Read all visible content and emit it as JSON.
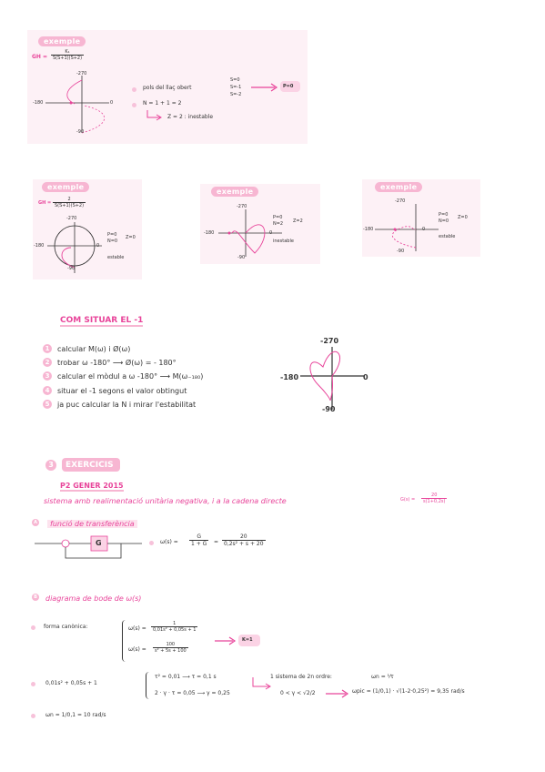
{
  "colors": {
    "accent": "#e8449a",
    "tag_bg": "#f7b6d2",
    "panel_bg": "#fdf1f6"
  },
  "block1": {
    "tag": "exemple",
    "gh_label": "GH =",
    "gh_num": "K₁",
    "gh_den": "S(S+1)(S+2)",
    "ax_top": "-270",
    "ax_left": "-180",
    "ax_right": "0",
    "ax_bottom": "-90",
    "b1": "pols del llaç obert",
    "p1": "S=0",
    "p2": "S=-1",
    "p3": "S=-2",
    "p_res": "P=0",
    "b2": "N = 1 + 1 = 2",
    "z": "Z = 2 : inestable"
  },
  "block2": {
    "tag": "exemple",
    "gh_label": "GH =",
    "gh_num": "2",
    "gh_den": "S(S+1)(S+2)",
    "ax_top": "-270",
    "ax_left": "-180",
    "ax_right": "0",
    "ax_bottom": "-90",
    "p": "P=0",
    "n": "N=0",
    "z": "Z=0",
    "res": "estable"
  },
  "block3": {
    "tag": "exemple",
    "ax_top": "-270",
    "ax_left": "-180",
    "ax_right": "0",
    "ax_bottom": "-90",
    "p": "P=0",
    "n": "N=2",
    "z": "Z=2",
    "res": "inestable"
  },
  "block4": {
    "tag": "exemple",
    "ax_top": "-270",
    "ax_left": "-180",
    "ax_right": "0",
    "ax_bottom": "-90",
    "p": "P=0",
    "n": "N=0",
    "z": "Z=0",
    "res": "estable"
  },
  "situar": {
    "title": "COM SITUAR EL -1",
    "steps": [
      {
        "n": "1",
        "t": "calcular M(ω) i  Ø(ω)"
      },
      {
        "n": "2",
        "t": "trobar ω -180°  ⟶  Ø(ω) = - 180°"
      },
      {
        "n": "3",
        "t": "calcular el mòdul a ω -180°  ⟶  M(ω₋₁₈₀)"
      },
      {
        "n": "4",
        "t": "situar el -1 segons el valor obtingut"
      },
      {
        "n": "5",
        "t": "ja puc calcular la N i mirar l'estabilitat"
      }
    ],
    "ax_top": "-270",
    "ax_left": "-180",
    "ax_right": "0",
    "ax_bottom": "-90"
  },
  "exercicis": {
    "num": "3",
    "title": "EXERCICIS",
    "subtitle": "P2 GENER 2015",
    "statement": "sistema amb realimentació unitària negativa, i a la cadena directe",
    "g_label": "G(s) =",
    "g_num": "20",
    "g_den": "s(1+0,2s)",
    "a_letter": "A",
    "a_title": "funció de transferència",
    "block_g": "G",
    "w_label": "ω(s) =",
    "w_f1_num": "G",
    "w_f1_den": "1 + G",
    "w_f2_num": "20",
    "w_f2_den": "0,2s² + s + 20",
    "b_letter": "B",
    "b_title": "diagrama de bode de ω(s)",
    "fc_label": "forma canònica:",
    "fc1_label": "ω(s) =",
    "fc1_num": "1",
    "fc1_den": "0,01s² + 0,05s + 1",
    "fc2_label": "ω(s) =",
    "fc2_num": "100",
    "fc2_den": "s² + 5s + 100",
    "k": "K=1",
    "poly": "0,01s² + 0,05s + 1",
    "eq1": "τ² = 0,01  ⟶  τ = 0,1 s",
    "eq2": "2 · γ · τ = 0,05  ⟶  γ = 0,25",
    "ordre": "1 sistema de 2n ordre:",
    "wn": "ωn = ¹⁄τ",
    "cond": "0 < γ < √2/2",
    "wpic": "ωpic = (1/0,1) · √(1-2·0,25²) = 9,35 rad/s",
    "wn_res": "ωn = 1/0,1 = 10 rad/s"
  }
}
